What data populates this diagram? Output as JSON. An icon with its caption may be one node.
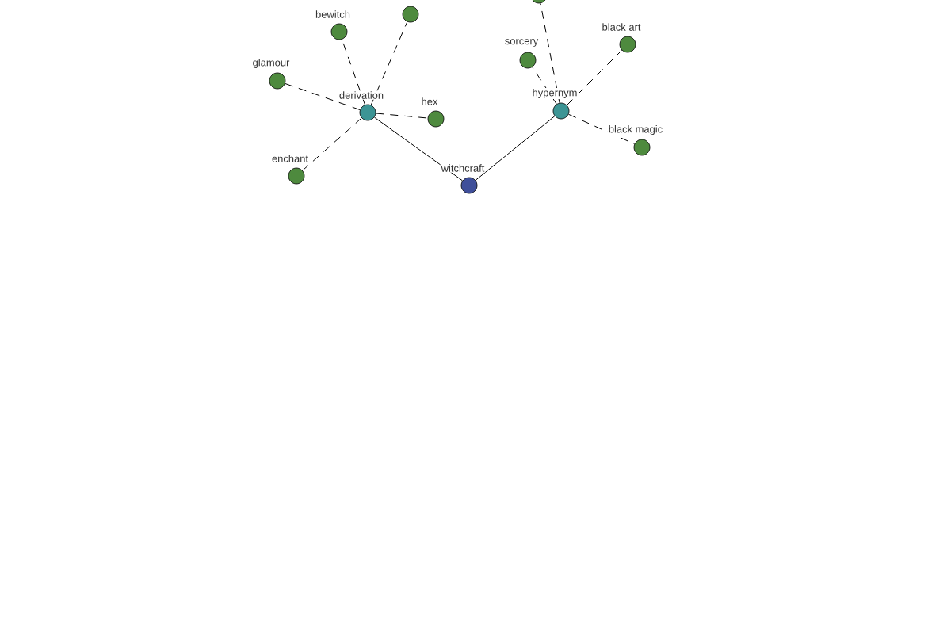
{
  "diagram": {
    "nodes": [
      {
        "text": [
          "witchcraft"
        ]
      },
      {
        "text": [
          "derivation"
        ]
      },
      {
        "text": [
          "hypernym"
        ]
      },
      {
        "text": [
          "bewitch"
        ]
      },
      {
        "text": [],
        "shape": "circle"
      },
      {
        "text": [
          "glamour"
        ]
      },
      {
        "text": [
          "hex"
        ]
      },
      {
        "text": [
          "enchant"
        ]
      },
      {
        "text": [],
        "shape": "circle"
      },
      {
        "text": [
          "sorcery"
        ]
      },
      {
        "text": [
          "black art"
        ]
      },
      {
        "text": [
          "black magic"
        ]
      }
    ],
    "edges": [
      {
        "from": 0,
        "to": 1,
        "arrow": "none"
      },
      {
        "from": 0,
        "to": 2,
        "arrow": "none"
      },
      {
        "from": 1,
        "to": 3,
        "arrow": "none",
        "style": "dashed"
      },
      {
        "from": 1,
        "to": 4,
        "arrow": "none",
        "style": "dashed"
      },
      {
        "from": 1,
        "to": 5,
        "arrow": "none",
        "style": "dashed"
      },
      {
        "from": 1,
        "to": 6,
        "arrow": "none",
        "style": "dashed"
      },
      {
        "from": 1,
        "to": 7,
        "arrow": "none",
        "style": "dashed"
      },
      {
        "from": 2,
        "to": 8,
        "arrow": "none",
        "style": "dashed"
      },
      {
        "from": 2,
        "to": 9,
        "arrow": "none",
        "style": "dashed"
      },
      {
        "from": 2,
        "to": 10,
        "arrow": "none",
        "style": "dashed"
      },
      {
        "from": 2,
        "to": 11,
        "arrow": "none",
        "style": "dashed"
      }
    ]
  }
}
